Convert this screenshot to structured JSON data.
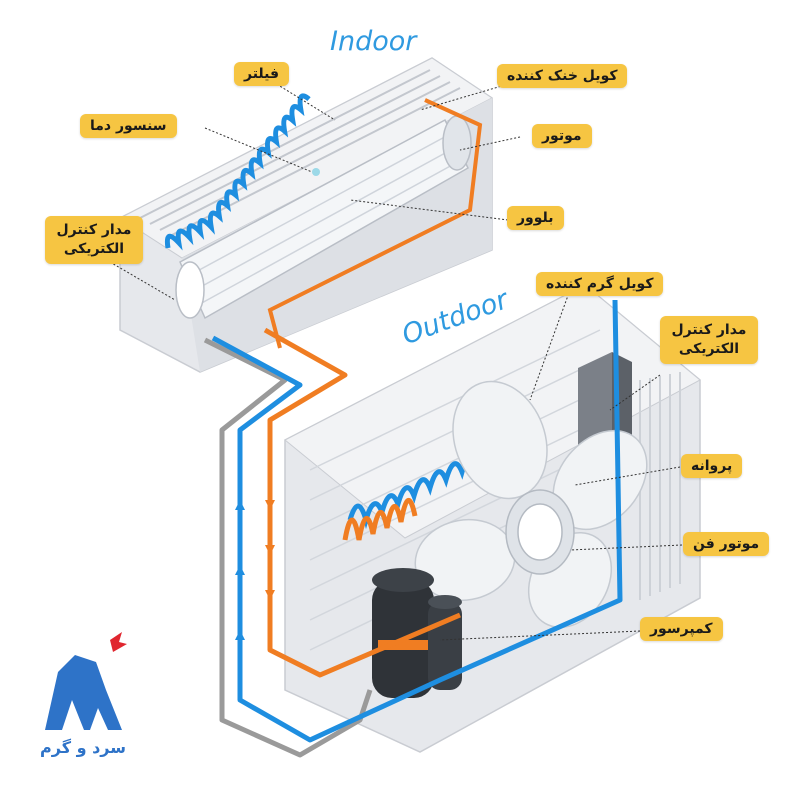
{
  "titles": {
    "indoor": "Indoor",
    "outdoor": "Outdoor"
  },
  "labels": {
    "filter": "فیلتر",
    "temp_sensor": "سنسور دما",
    "control_board_indoor": "مدار کنترل الکتریکی",
    "cooling_coil": "کویل خنک کننده",
    "motor": "موتور",
    "blower": "بلوور",
    "heating_coil": "کویل گرم کننده",
    "control_board_outdoor": "مدار کنترل الکتریکی",
    "fan": "پروانه",
    "fan_motor": "موتور فن",
    "compressor": "کمپرسور"
  },
  "brand": {
    "text": "سرد و گرم"
  },
  "colors": {
    "label_bg": "#f6c542",
    "cold_line": "#1e8ee0",
    "hot_line": "#f07d22",
    "gray_line": "#9a9a9a",
    "unit_body": "#e6e8ec",
    "title": "#2f9ae0"
  }
}
